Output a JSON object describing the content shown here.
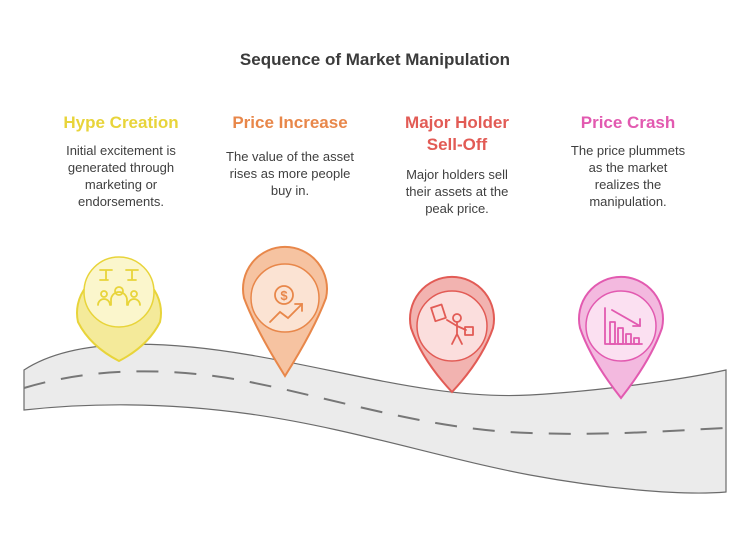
{
  "title": "Sequence of Market Manipulation",
  "steps": [
    {
      "heading": "Hype Creation",
      "description": "Initial excitement is generated through marketing or endorsements.",
      "color": "#e8d43a",
      "icon": "crowd-celebrating-icon"
    },
    {
      "heading": "Price Increase",
      "description": "The value of the asset rises as more people buy in.",
      "color": "#e8874a",
      "icon": "dollar-trend-up-icon"
    },
    {
      "heading": "Major Holder Sell-Off",
      "description": "Major holders sell their assets at the peak price.",
      "color": "#e25b55",
      "icon": "person-with-sign-icon"
    },
    {
      "heading": "Price Crash",
      "description": "The price plummets as the market realizes the manipulation.",
      "color": "#e25ab0",
      "icon": "chart-trend-down-icon"
    }
  ]
}
